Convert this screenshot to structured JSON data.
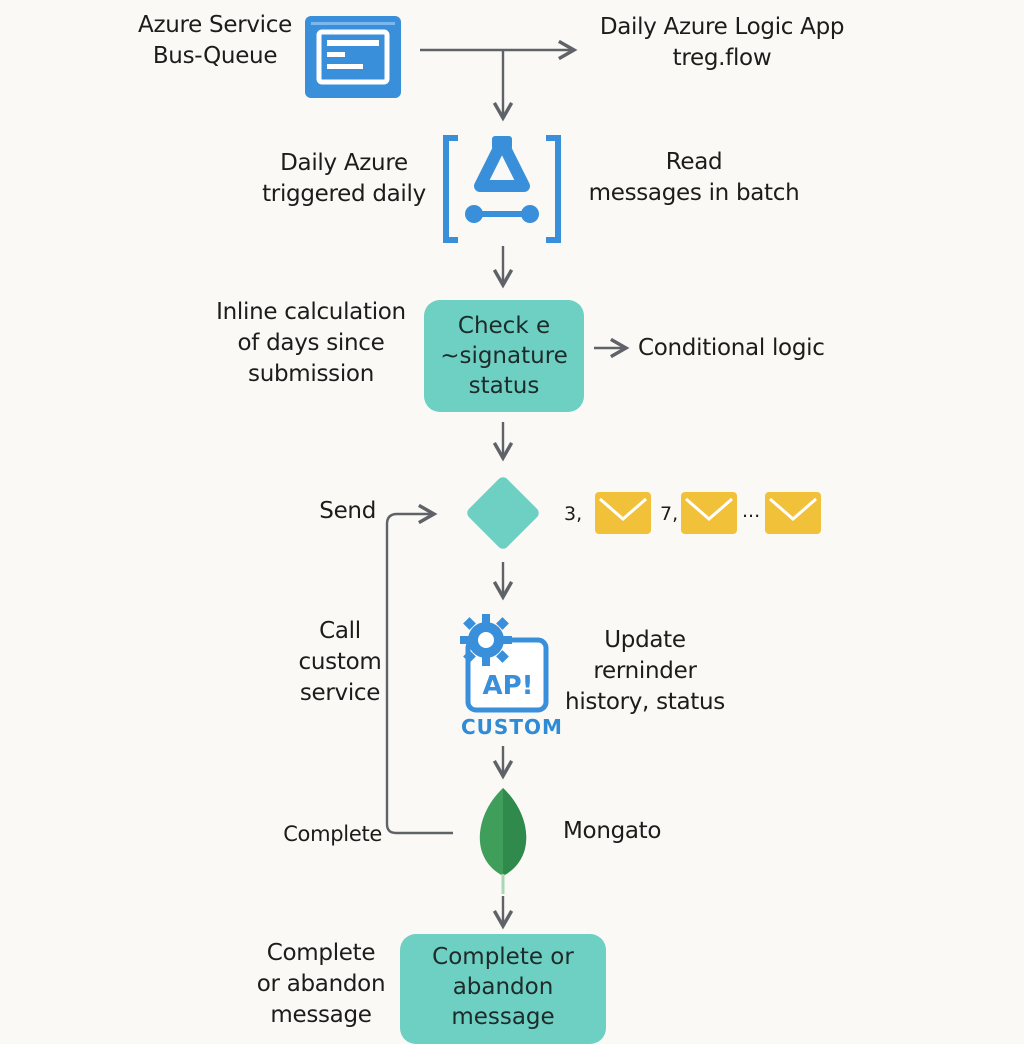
{
  "nodes": {
    "queue_label": [
      "Azure Service",
      "Bus-Queue"
    ],
    "logic_app_label": [
      "Daily Azure Logic App",
      "treg.flow"
    ],
    "trigger_label": [
      "Daily Azure",
      "triggered daily"
    ],
    "read_label": [
      "Read",
      "messages in batch"
    ],
    "inline_label": [
      "Inline calculation",
      "of days since",
      "submission"
    ],
    "check_box": [
      "Check e",
      "~signature",
      "status"
    ],
    "conditional_label": "Conditional logic",
    "send_label": "Send",
    "reminder_days": [
      "3,",
      "7,",
      "..."
    ],
    "call_label": [
      "Call",
      "custom",
      "service"
    ],
    "update_label": [
      "Update",
      "rerninder",
      "history, status"
    ],
    "api_text": "AP!",
    "custom_text": "CUSTOM",
    "complete_loop_label": "Complete",
    "mongo_label": "Mongato",
    "complete_left_label": [
      "Complete",
      "or abandon",
      "message"
    ],
    "complete_box": [
      "Complete or",
      "abandon",
      "message"
    ]
  },
  "icons": {
    "queue": "service-bus-queue-icon",
    "logic_app": "logic-app-icon",
    "decision": "decision-diamond",
    "email": "envelope-icon",
    "api": "custom-api-gear-icon",
    "db": "mongodb-leaf-icon"
  },
  "colors": {
    "azure_blue": "#3a8fdb",
    "teal": "#6ecfc3",
    "envelope": "#f2c13a",
    "mongo_green": "#3f9e5a",
    "arrow": "#5f6368"
  }
}
